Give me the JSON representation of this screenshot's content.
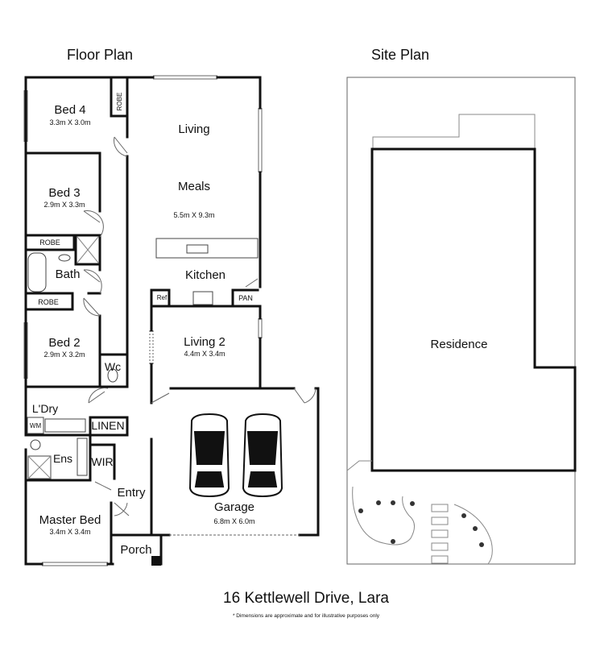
{
  "headings": {
    "floor_plan": "Floor Plan",
    "site_plan": "Site Plan"
  },
  "rooms": {
    "bed4": {
      "name": "Bed 4",
      "dim": "3.3m X 3.0m"
    },
    "bed3": {
      "name": "Bed 3",
      "dim": "2.9m X 3.3m"
    },
    "bed2": {
      "name": "Bed 2",
      "dim": "2.9m X 3.2m"
    },
    "living": {
      "name": "Living"
    },
    "meals": {
      "name": "Meals",
      "dim": "5.5m X 9.3m"
    },
    "kitchen": {
      "name": "Kitchen"
    },
    "living2": {
      "name": "Living 2",
      "dim": "4.4m X 3.4m"
    },
    "bath": {
      "name": "Bath"
    },
    "robe_top": {
      "name": "ROBE"
    },
    "robe_mid": {
      "name": "ROBE"
    },
    "robe_low": {
      "name": "ROBE"
    },
    "ref": {
      "name": "Ref"
    },
    "pan": {
      "name": "PAN"
    },
    "wc": {
      "name": "Wc"
    },
    "laundry": {
      "name": "L'Dry"
    },
    "wm": {
      "name": "WM"
    },
    "linen": {
      "name": "LINEN"
    },
    "ens": {
      "name": "Ens"
    },
    "wir": {
      "name": "WIR"
    },
    "entry": {
      "name": "Entry"
    },
    "master": {
      "name": "Master Bed",
      "dim": "3.4m X 3.4m"
    },
    "porch": {
      "name": "Porch"
    },
    "garage": {
      "name": "Garage",
      "dim": "6.8m X 6.0m"
    }
  },
  "site": {
    "residence": "Residence"
  },
  "footer": {
    "address": "16 Kettlewell Drive, Lara",
    "disclaimer": "* Dimensions are approximate and for illustrative purposes only"
  },
  "colors": {
    "wall": "#111111",
    "line": "#555555",
    "background": "#ffffff"
  }
}
